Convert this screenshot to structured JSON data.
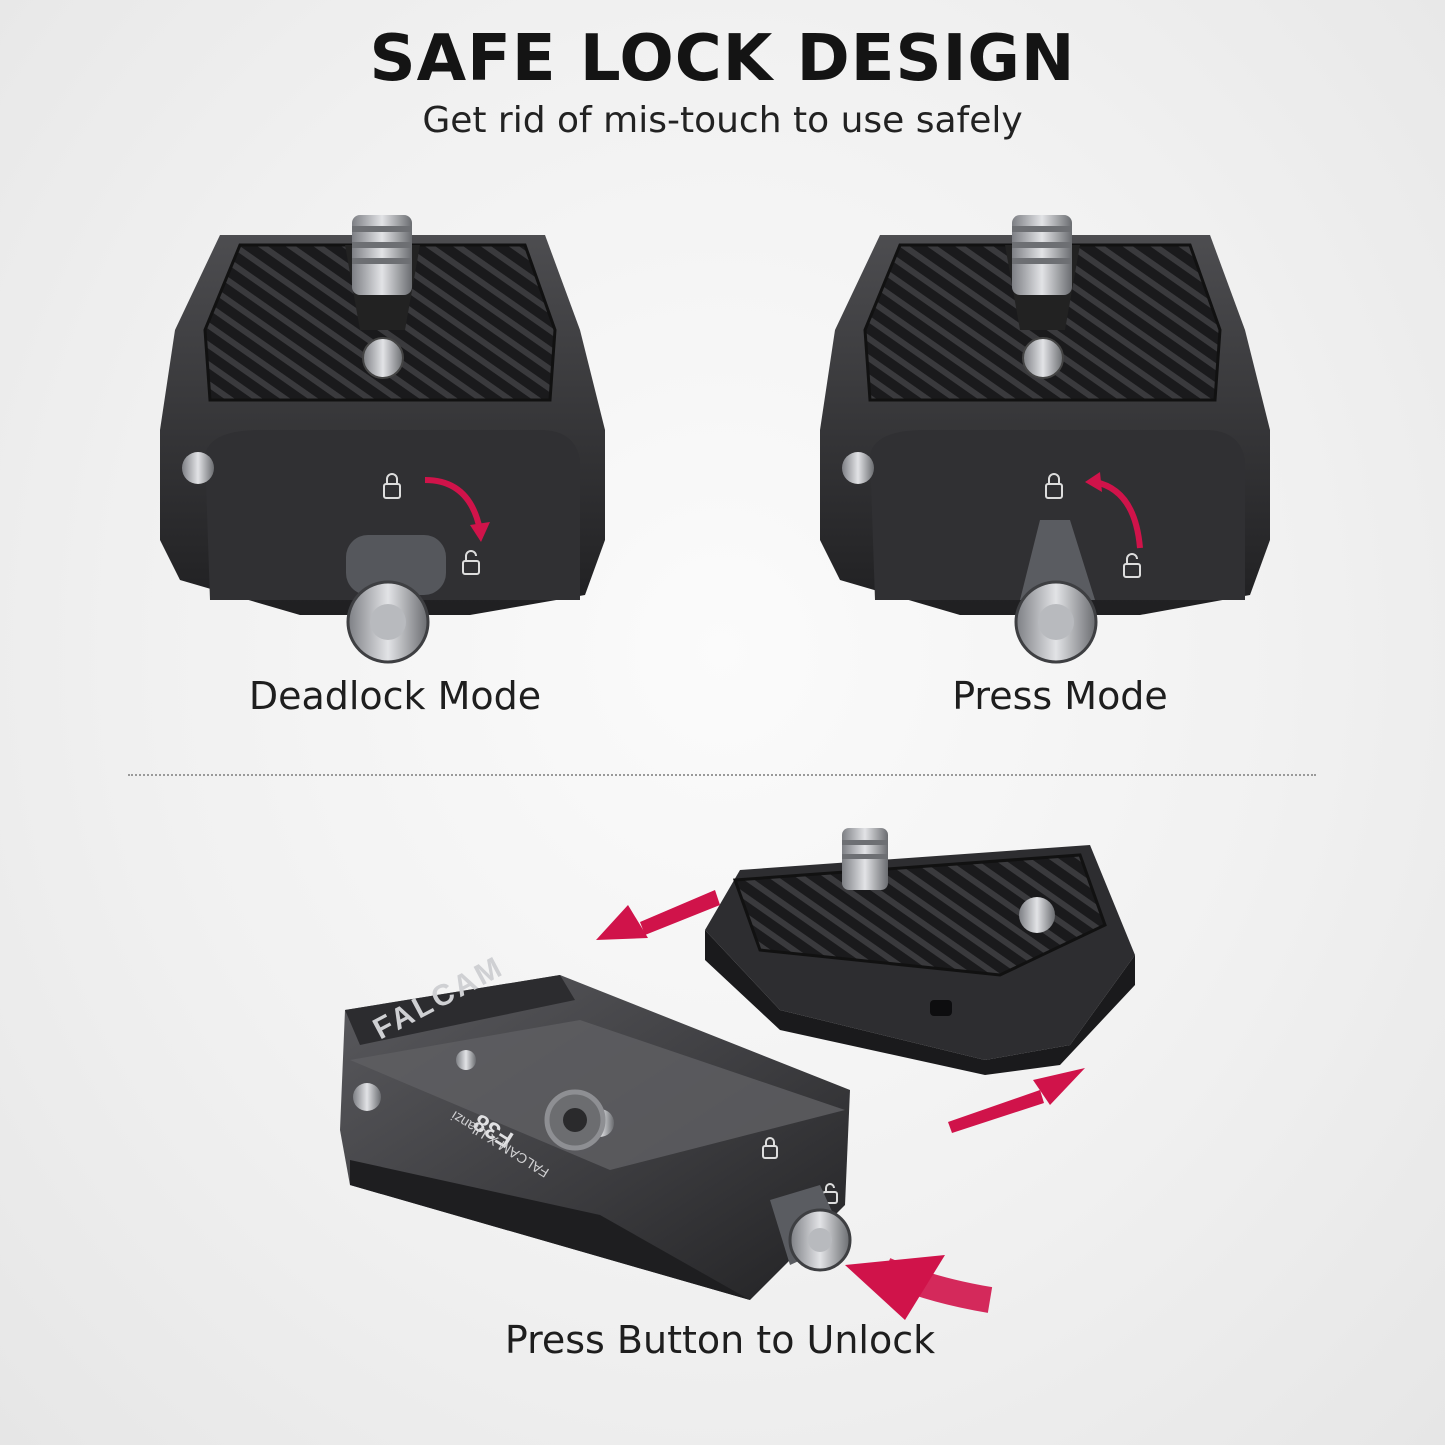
{
  "header": {
    "title": "SAFE LOCK DESIGN",
    "subtitle": "Get rid of mis-touch to use safely"
  },
  "modes": {
    "deadlock_label": "Deadlock Mode",
    "press_label": "Press Mode"
  },
  "footer": {
    "unlock_label": "Press Button to Unlock"
  },
  "product_markings": {
    "brand": "FALCAM",
    "model": "F38",
    "collab": "FALCAM X Ulanzi"
  },
  "colors": {
    "accent_arrow": "#d0134a",
    "metal_dark": "#2b2b2d",
    "metal_mid": "#4a4a4d"
  }
}
